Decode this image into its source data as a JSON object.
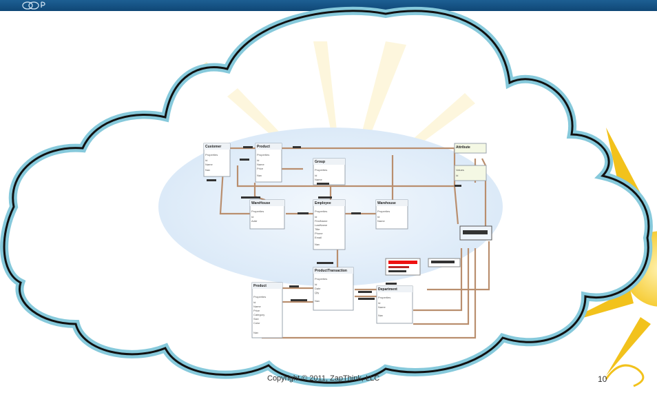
{
  "footer": {
    "copyright": "Copyright © 2011, ZapThink, LLC",
    "page_number": "10"
  },
  "diagram": {
    "tables": [
      {
        "name": "Customer"
      },
      {
        "name": "Product"
      },
      {
        "name": "Group"
      },
      {
        "name": "WareHouse"
      },
      {
        "name": "Employee"
      },
      {
        "name": "Warehouse"
      },
      {
        "name": "Attribute"
      },
      {
        "name": "ProductTransaction"
      },
      {
        "name": "Department"
      },
      {
        "name": "Product"
      }
    ]
  }
}
